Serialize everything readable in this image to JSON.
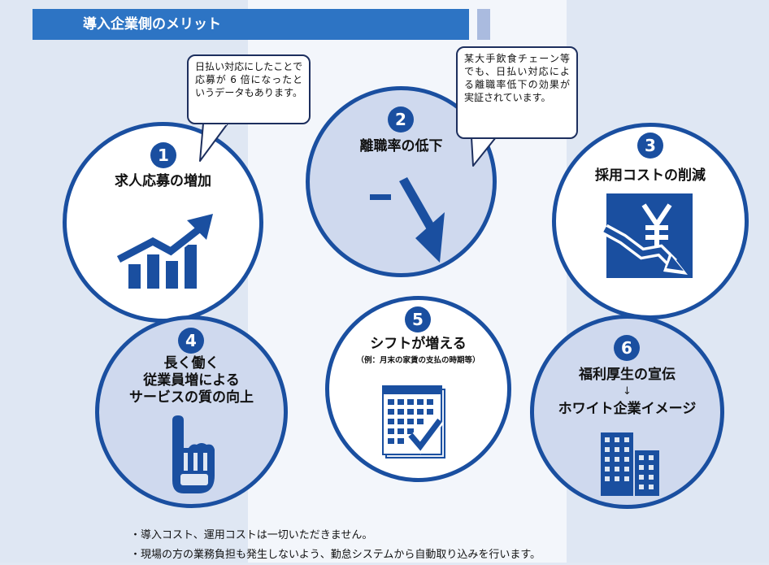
{
  "header": {
    "title": "導入企業側のメリット"
  },
  "bubbles": [
    {
      "text": "日払い対応にしたことで応募が 6 倍になったというデータもあります。"
    },
    {
      "text": "某大手飲食チェーン等でも、日払い対応による離職率低下の効果が実証されています。"
    }
  ],
  "merits": [
    {
      "number": "1",
      "title": "求人応募の増加",
      "icon": "growth-chart-icon"
    },
    {
      "number": "2",
      "title": "離職率の低下",
      "icon": "down-arrow-icon"
    },
    {
      "number": "3",
      "title": "採用コストの削減",
      "icon": "yen-decline-icon"
    },
    {
      "number": "4",
      "title_lines": [
        "長く働く",
        "従業員増による",
        "サービスの質の向上"
      ],
      "icon": "thumbs-up-hand-icon"
    },
    {
      "number": "5",
      "title": "シフトが増える",
      "subtitle": "（例：月末の家賃の支払の時期等）",
      "icon": "calendar-check-icon"
    },
    {
      "number": "6",
      "title": "福利厚生の宣伝",
      "arrow": "↓",
      "title2": "ホワイト企業イメージ",
      "icon": "office-building-icon"
    }
  ],
  "notes": [
    "・導入コスト、運用コストは一切いただきません。",
    "・現場の方の業務負担も発生しないよう、勤怠システムから自動取り込みを行います。"
  ],
  "colors": {
    "primary": "#1a4fa0",
    "header": "#2d74c4",
    "accent": "#aabbdf"
  }
}
